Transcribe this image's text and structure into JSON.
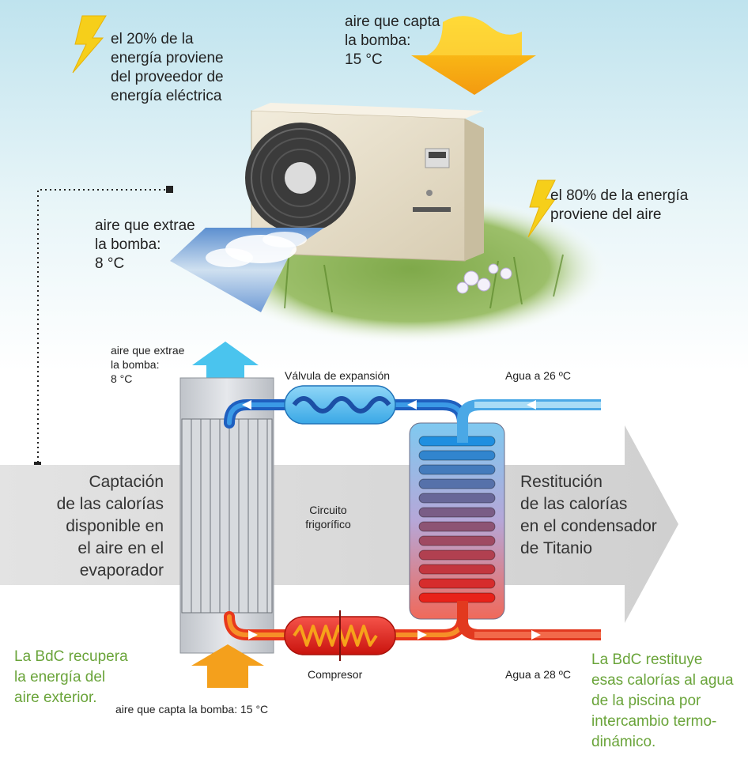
{
  "top": {
    "electric_label": [
      "el 20% de la",
      "energía proviene",
      "del proveedor de",
      "energía eléctrica"
    ],
    "air_in_label": [
      "aire que capta",
      "la bomba:",
      "15 °C"
    ],
    "air_energy_label": [
      "el 80% de la energía",
      "proviene del aire"
    ],
    "air_out_label": [
      "aire que extrae",
      "la bomba:",
      "8 °C"
    ]
  },
  "diagram": {
    "exhaust_label": [
      "aire que extrae",
      "la bomba:",
      "8 °C"
    ],
    "intake_label": "aire que capta la bomba: 15 °C",
    "valve_label": "Válvula de expansión",
    "compressor_label": "Compresor",
    "circuit_label": [
      "Circuito",
      "frigorífico"
    ],
    "water_in_label": "Agua a 26 ºC",
    "water_out_label": "Agua a 28 ºC",
    "capture_label": [
      "Captación",
      "de las calorías",
      "disponible en",
      "el aire en el",
      "evaporador"
    ],
    "restitution_label": [
      "Restitución",
      "de las calorías",
      "en el condensador",
      "de Titanio"
    ],
    "recovery_note": [
      "La BdC recupera",
      "la energía del",
      "aire exterior."
    ],
    "return_note": [
      "La BdC restituye",
      "esas calorías al agua",
      "de la piscina por",
      "intercambio termo-",
      "dinámico."
    ]
  },
  "colors": {
    "accent_green": "#6aa43a",
    "cold_blue": "#2f8fd2",
    "hot_red": "#e8401c",
    "intake_orange": "#f4a01c"
  }
}
